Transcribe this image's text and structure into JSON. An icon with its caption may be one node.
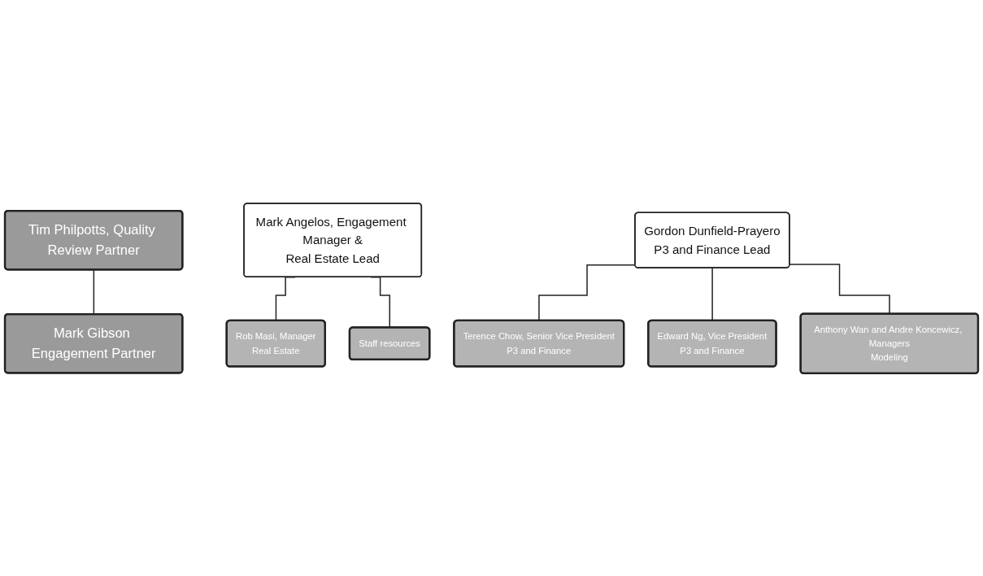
{
  "diagram": {
    "nodes": [
      {
        "text": [
          "Tim Philpotts, Quality Review Partner"
        ]
      },
      {
        "text": [
          "Mark Gibson Engagement Partner"
        ]
      },
      {
        "text": [
          "Mark Angelos, Engagement Manager &",
          "Real Estate Lead"
        ]
      },
      {
        "text": [
          "Gordon Dunfield-Prayero",
          "P3 and Finance Lead"
        ]
      },
      {
        "text": [
          "Rob Masi, Manager",
          "Real Estate"
        ]
      },
      {
        "text": [
          "Staff resources"
        ]
      },
      {
        "text": [
          "Terence Chow, Senior Vice President",
          "P3 and Finance"
        ]
      },
      {
        "text": [
          "Edward Ng, Vice President",
          "P3 and Finance"
        ]
      },
      {
        "text": [
          "Anthony Wan and Andre Koncewicz, Managers",
          "Modeling"
        ]
      }
    ],
    "edges": [
      {
        "from": 0,
        "to": 1,
        "arrow": "none"
      },
      {
        "from": 2,
        "to": 4,
        "arrow": "none"
      },
      {
        "from": 2,
        "to": 5,
        "arrow": "none"
      },
      {
        "from": 3,
        "to": 6,
        "arrow": "none"
      },
      {
        "from": 3,
        "to": 7,
        "arrow": "none"
      },
      {
        "from": 3,
        "to": 8,
        "arrow": "none"
      }
    ]
  }
}
